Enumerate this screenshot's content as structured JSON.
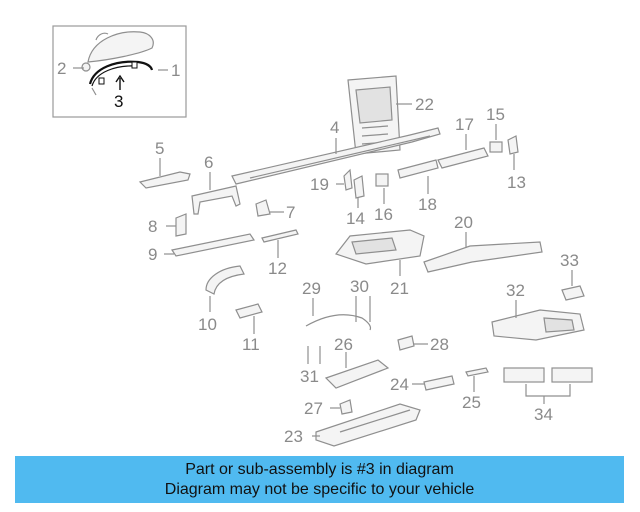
{
  "diagram": {
    "callouts": {
      "c1": "1",
      "c2": "2",
      "c3": "3",
      "c4": "4",
      "c5": "5",
      "c6": "6",
      "c7": "7",
      "c8": "8",
      "c9": "9",
      "c10": "10",
      "c11": "11",
      "c12": "12",
      "c13": "13",
      "c14": "14",
      "c15": "15",
      "c16": "16",
      "c17": "17",
      "c18": "18",
      "c19": "19",
      "c20": "20",
      "c21": "21",
      "c22": "22",
      "c23": "23",
      "c24": "24",
      "c25": "25",
      "c26": "26",
      "c27": "27",
      "c28": "28",
      "c29": "29",
      "c30": "30",
      "c31": "31",
      "c32": "32",
      "c33": "33",
      "c34": "34"
    },
    "highlighted_part": "3",
    "highlight_color": "#111111",
    "line_color": "#8f8f8f"
  },
  "banner": {
    "line1": "Part or sub-assembly is #3 in diagram",
    "line2": "Diagram may not be specific to your vehicle",
    "color": "#50baf0"
  }
}
